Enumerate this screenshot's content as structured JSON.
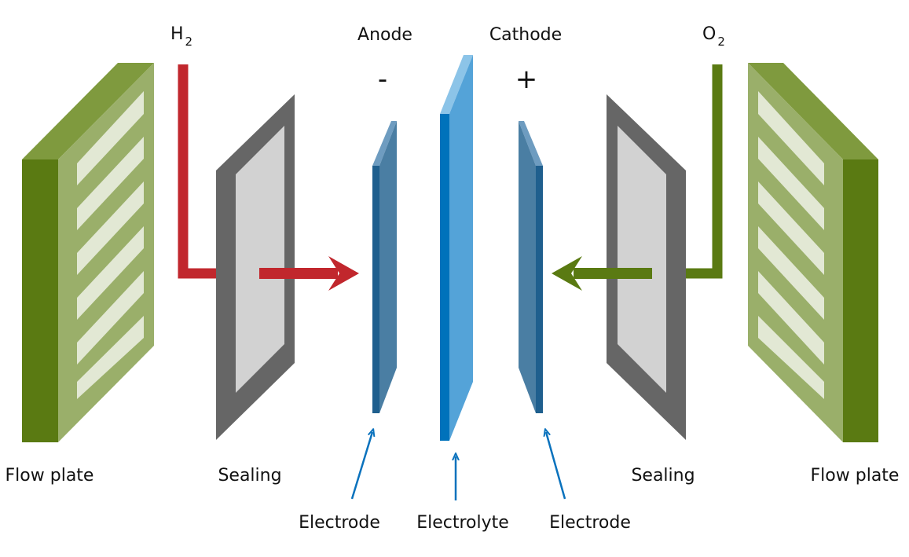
{
  "gases": {
    "left": {
      "symbol": "H",
      "subscript": "2"
    },
    "right": {
      "symbol": "O",
      "subscript": "2"
    }
  },
  "poles": {
    "anode": {
      "label": "Anode",
      "sign": "-"
    },
    "cathode": {
      "label": "Cathode",
      "sign": "+"
    }
  },
  "components": {
    "flow_plate_left": "Flow plate",
    "sealing_left": "Sealing",
    "electrode_left": "Electrode",
    "electrolyte": "Electrolyte",
    "electrode_right": "Electrode",
    "sealing_right": "Sealing",
    "flow_plate_right": "Flow plate"
  },
  "colors": {
    "flow_plate_front": "#5a7a12",
    "flow_plate_face": "#9aaf6a",
    "flow_plate_top": "#7f9a3e",
    "flow_plate_stripe": "#e2e8d4",
    "sealing_frame": "#666666",
    "sealing_window": "#d2d2d2",
    "electrode_face": "#4a7ea3",
    "electrode_edge": "#1f5f8e",
    "electrode_top": "#6e9cc0",
    "electrolyte_face": "#54a3d8",
    "electrolyte_edge": "#0072bb",
    "electrolyte_top": "#8cc4e8",
    "hydrogen_line": "#c1272d",
    "oxygen_line": "#5a7a12",
    "pointer": "#0a72bd"
  }
}
